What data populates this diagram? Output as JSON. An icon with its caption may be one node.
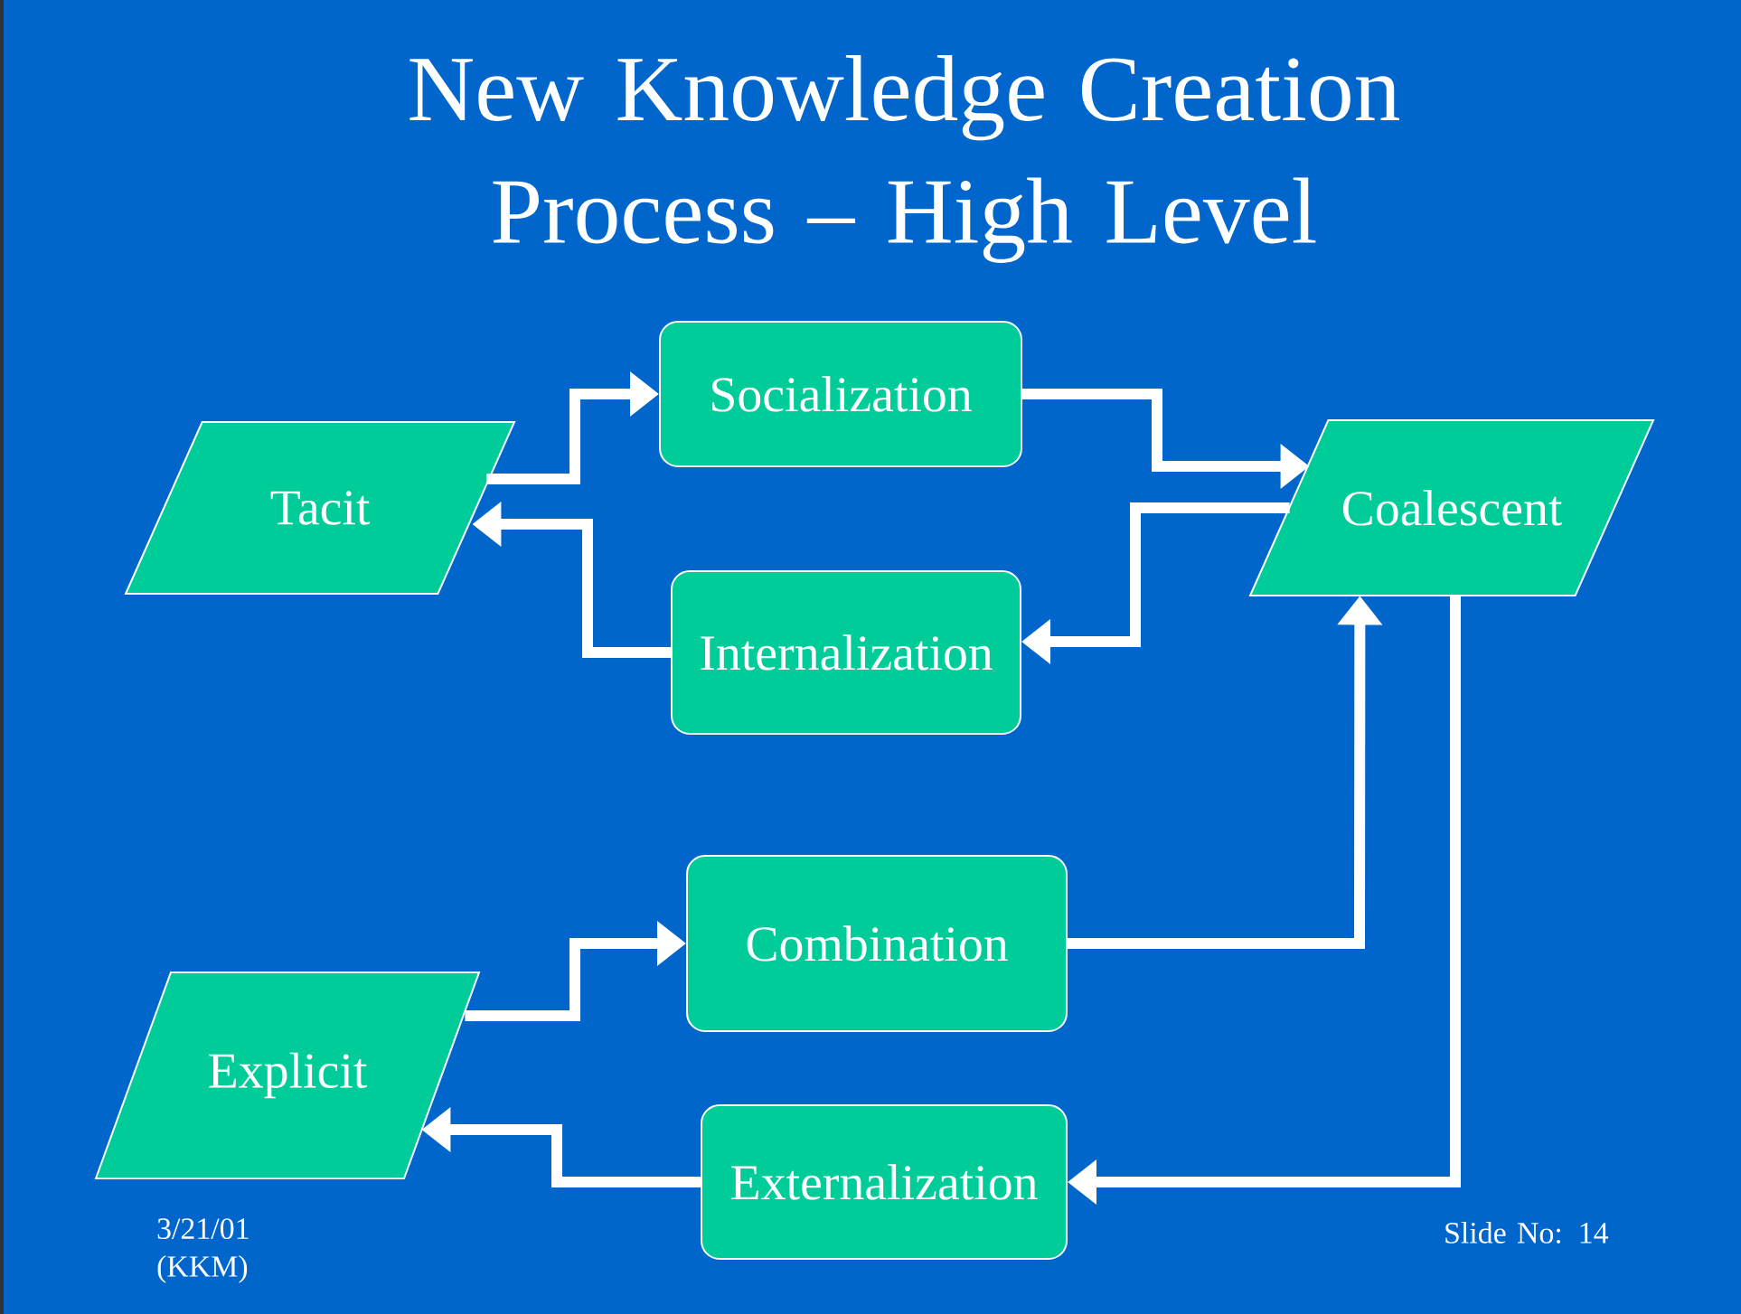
{
  "diagram": {
    "title": "New Knowledge Creation Process – High Level",
    "nodes": [
      {
        "text": [
          "Tacit"
        ]
      },
      {
        "text": [
          "Socialization"
        ]
      },
      {
        "text": [
          "Coalescent"
        ]
      },
      {
        "text": [
          "Internalization"
        ]
      },
      {
        "text": [
          "Combination"
        ]
      },
      {
        "text": [
          "Explicit"
        ]
      },
      {
        "text": [
          "Externalization"
        ]
      }
    ],
    "edges": [
      {
        "from": 0,
        "to": 1,
        "arrow": "to"
      },
      {
        "from": 1,
        "to": 2,
        "arrow": "to"
      },
      {
        "from": 2,
        "to": 3,
        "arrow": "to"
      },
      {
        "from": 3,
        "to": 0,
        "arrow": "to"
      },
      {
        "from": 5,
        "to": 4,
        "arrow": "to"
      },
      {
        "from": 4,
        "to": 2,
        "arrow": "to"
      },
      {
        "from": 2,
        "to": 6,
        "arrow": "to"
      },
      {
        "from": 6,
        "to": 5,
        "arrow": "to"
      }
    ],
    "labels": [
      "3/21/01 (KKM)",
      "Slide No: 14"
    ]
  }
}
